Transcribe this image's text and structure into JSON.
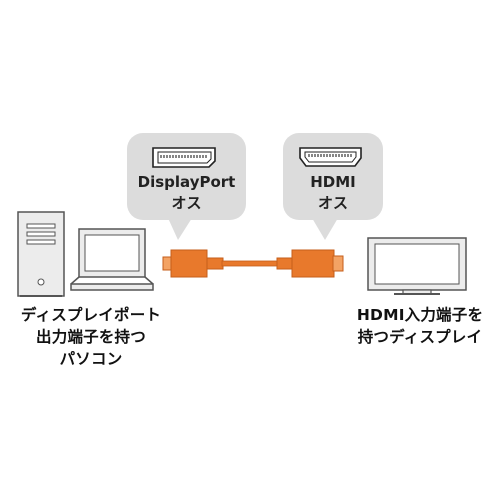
{
  "bubbles": {
    "displayport": {
      "name": "DisplayPort",
      "gender": "オス"
    },
    "hdmi": {
      "name": "HDMI",
      "gender": "オス"
    }
  },
  "captions": {
    "source": [
      "ディスプレイポート",
      "出力端子を持つ",
      "パソコン"
    ],
    "destination": [
      "HDMI入力端子を",
      "持つディスプレイ"
    ]
  },
  "colors": {
    "bubble": "#dcdcdc",
    "cable": "#e8792c",
    "device_fill": "#ececec",
    "device_stroke": "#555555"
  }
}
